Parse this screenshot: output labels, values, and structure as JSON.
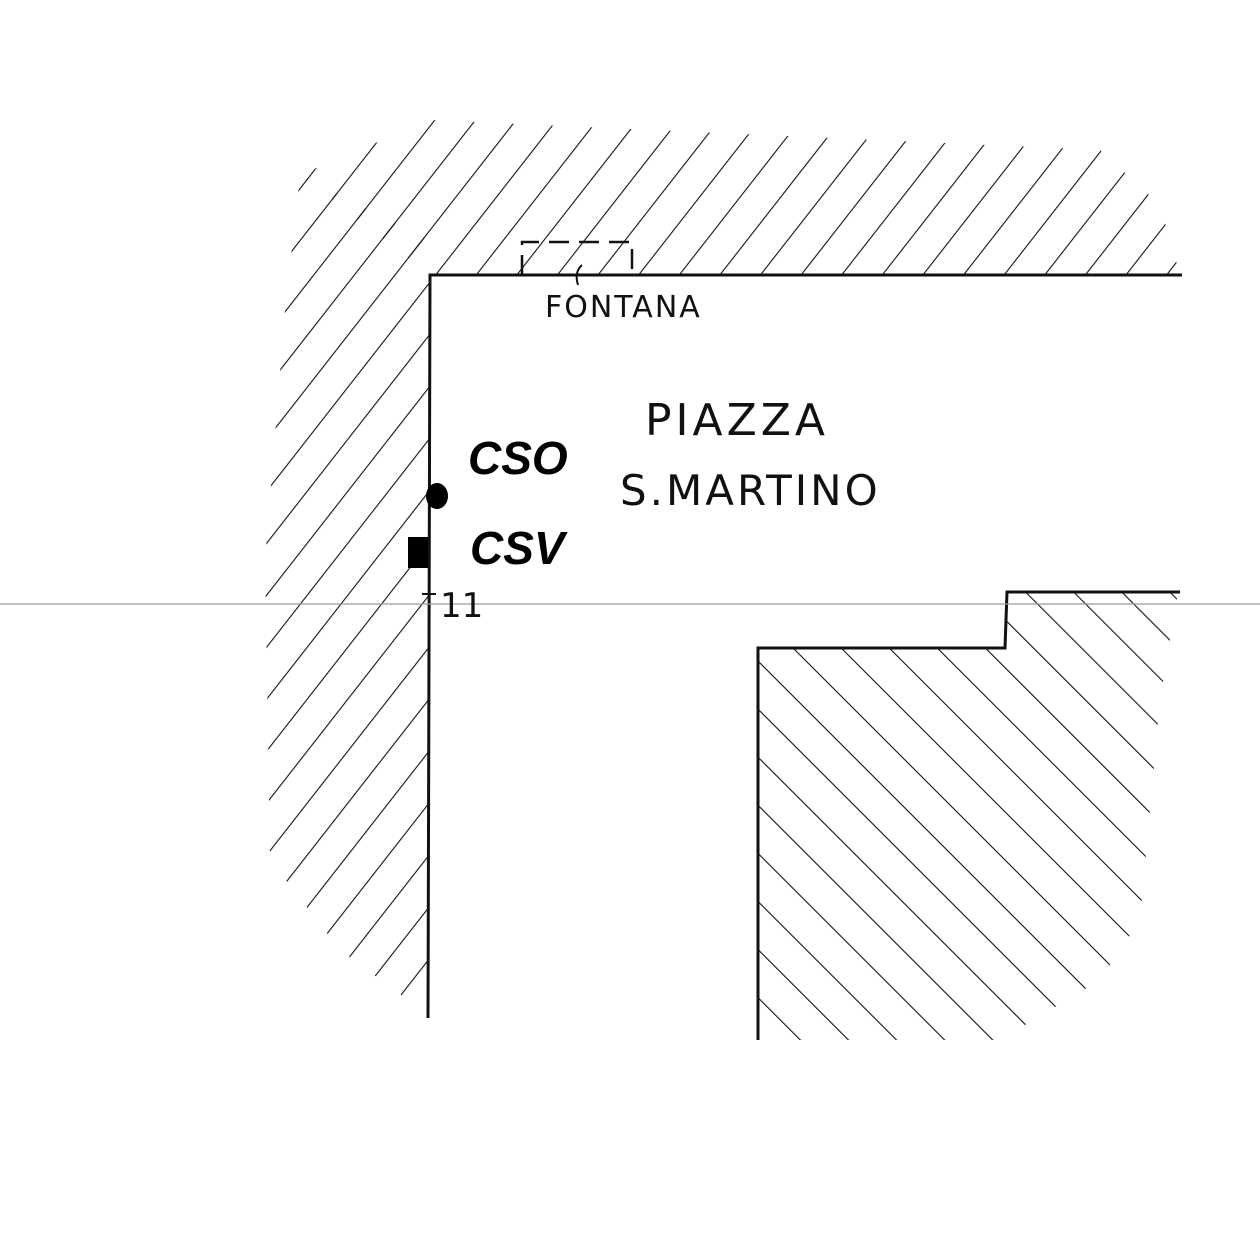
{
  "map": {
    "fountain_label": "FONTANA",
    "square_name_line1": "PIAZZA",
    "square_name_line2": "S.MARTINO",
    "number_label": "11"
  },
  "markers": {
    "cso": {
      "label": "CSO",
      "icon": "dot-marker-icon"
    },
    "csv": {
      "label": "CSV",
      "icon": "square-marker-icon"
    }
  },
  "colors": {
    "ink": "#111111",
    "paper": "#ffffff",
    "scan_line": "#9a9a9a"
  }
}
